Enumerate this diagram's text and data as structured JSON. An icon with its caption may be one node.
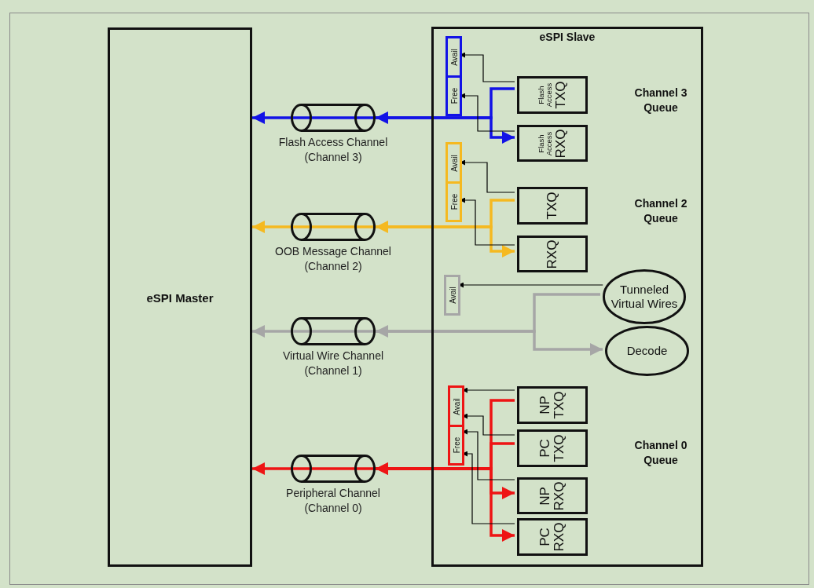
{
  "diagram": {
    "nodes": [
      {
        "text": [
          "eSPI Master"
        ]
      },
      {
        "text": [],
        "shape": "cylinder",
        "beside": [
          "Flash Access Channel (Channel 3)"
        ]
      },
      {
        "text": [],
        "shape": "cylinder",
        "beside": [
          "OOB Message Channel (Channel 2)"
        ]
      },
      {
        "text": [],
        "shape": "cylinder",
        "beside": [
          "Virtual Wire Channel (Channel 1)"
        ]
      },
      {
        "text": [],
        "shape": "cylinder",
        "beside": [
          "Peripheral Channel (Channel 0)"
        ]
      },
      {
        "text": [
          "eSPI Slave"
        ]
      },
      {
        "text": [
          "Avail"
        ],
        "in": 5
      },
      {
        "text": [
          "Free"
        ],
        "in": 5
      },
      {
        "text": [
          "Flash Access",
          "TXQ"
        ],
        "in": 5
      },
      {
        "text": [
          "Flash Access",
          "RXQ"
        ],
        "in": 5
      },
      {
        "text": [
          "Avail"
        ],
        "in": 5
      },
      {
        "text": [
          "Free"
        ],
        "in": 5
      },
      {
        "text": [
          "TXQ"
        ],
        "in": 5
      },
      {
        "text": [
          "RXQ"
        ],
        "in": 5
      },
      {
        "text": [
          "Avail"
        ],
        "in": 5
      },
      {
        "text": [
          "Tunneled Virtual Wires"
        ],
        "in": 5
      },
      {
        "text": [
          "Decode"
        ],
        "in": 5
      },
      {
        "text": [
          "Avail"
        ],
        "in": 5
      },
      {
        "text": [
          "Free"
        ],
        "in": 5
      },
      {
        "text": [
          "NP TXQ"
        ],
        "in": 5
      },
      {
        "text": [
          "PC TXQ"
        ],
        "in": 5
      },
      {
        "text": [
          "NP RXQ"
        ],
        "in": 5
      },
      {
        "text": [
          "PC RXQ"
        ],
        "in": 5
      }
    ],
    "edges": [
      {
        "from": 1,
        "to": 0,
        "arrow": "to",
        "color": "#1212e6"
      },
      {
        "from": 8,
        "to": 1,
        "arrow": "to",
        "color": "#1212e6"
      },
      {
        "from": 1,
        "to": 9,
        "arrow": "to",
        "color": "#1212e6"
      },
      {
        "from": 8,
        "to": 6,
        "arrow": "to",
        "color": "#000000"
      },
      {
        "from": 9,
        "to": 7,
        "arrow": "to",
        "color": "#000000"
      },
      {
        "from": 2,
        "to": 0,
        "arrow": "to",
        "color": "#f5b920"
      },
      {
        "from": 12,
        "to": 2,
        "arrow": "to",
        "color": "#f5b920"
      },
      {
        "from": 2,
        "to": 13,
        "arrow": "to",
        "color": "#f5b920"
      },
      {
        "from": 12,
        "to": 10,
        "arrow": "to",
        "color": "#000000"
      },
      {
        "from": 13,
        "to": 11,
        "arrow": "to",
        "color": "#000000"
      },
      {
        "from": 3,
        "to": 0,
        "arrow": "to",
        "color": "#a6a6a6"
      },
      {
        "from": 15,
        "to": 3,
        "arrow": "to",
        "color": "#a6a6a6"
      },
      {
        "from": 3,
        "to": 16,
        "arrow": "to",
        "color": "#a6a6a6"
      },
      {
        "from": 15,
        "to": 14,
        "arrow": "to",
        "color": "#000000"
      },
      {
        "from": 4,
        "to": 0,
        "arrow": "to",
        "color": "#ee1414"
      },
      {
        "from": 19,
        "to": 4,
        "arrow": "to",
        "color": "#ee1414"
      },
      {
        "from": 20,
        "to": 4,
        "arrow": "to",
        "color": "#ee1414"
      },
      {
        "from": 4,
        "to": 21,
        "arrow": "to",
        "color": "#ee1414"
      },
      {
        "from": 4,
        "to": 22,
        "arrow": "to",
        "color": "#ee1414"
      },
      {
        "from": 19,
        "to": 17,
        "arrow": "to",
        "color": "#000000"
      },
      {
        "from": 20,
        "to": 17,
        "arrow": "to",
        "color": "#000000"
      },
      {
        "from": 21,
        "to": 18,
        "arrow": "to",
        "color": "#000000"
      },
      {
        "from": 22,
        "to": 18,
        "arrow": "to",
        "color": "#000000"
      }
    ],
    "labels": [
      "Channel 3 Queue",
      "Channel 2 Queue",
      "Channel 0 Queue"
    ]
  }
}
